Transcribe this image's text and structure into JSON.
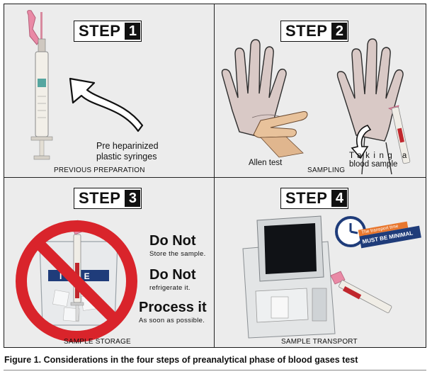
{
  "panels": {
    "p1": {
      "step_word": "STEP",
      "step_num": "1",
      "label1": "Pre heparinized",
      "label2": "plastic syringes",
      "caption": "PREVIOUS PREPARATION"
    },
    "p2": {
      "step_word": "STEP",
      "step_num": "2",
      "allen": "Allen test",
      "taking": "Taking a",
      "blood": "blood sample",
      "caption": "SAMPLING"
    },
    "p3": {
      "step_word": "STEP",
      "step_num": "3",
      "bag_text": "I E",
      "donot1": "Do Not",
      "sub1": "Store the sample.",
      "donot2": "Do Not",
      "sub2": "refrigerate it.",
      "process": "Process it",
      "sub3": "As soon as possible.",
      "caption": "SAMPLE STORAGE"
    },
    "p4": {
      "step_word": "STEP",
      "step_num": "4",
      "badge_top": "The transport time",
      "badge_main": "MUST BE MINIMAL",
      "caption": "SAMPLE TRANSPORT"
    }
  },
  "figure_caption": "Figure 1. Considerations in the four steps of preanalytical phase of blood gases test",
  "colors": {
    "pink": "#e98aa6",
    "blood": "#c0272d",
    "prohibit": "#d9242b",
    "navy": "#1f3c7a",
    "orange": "#e8772e"
  }
}
